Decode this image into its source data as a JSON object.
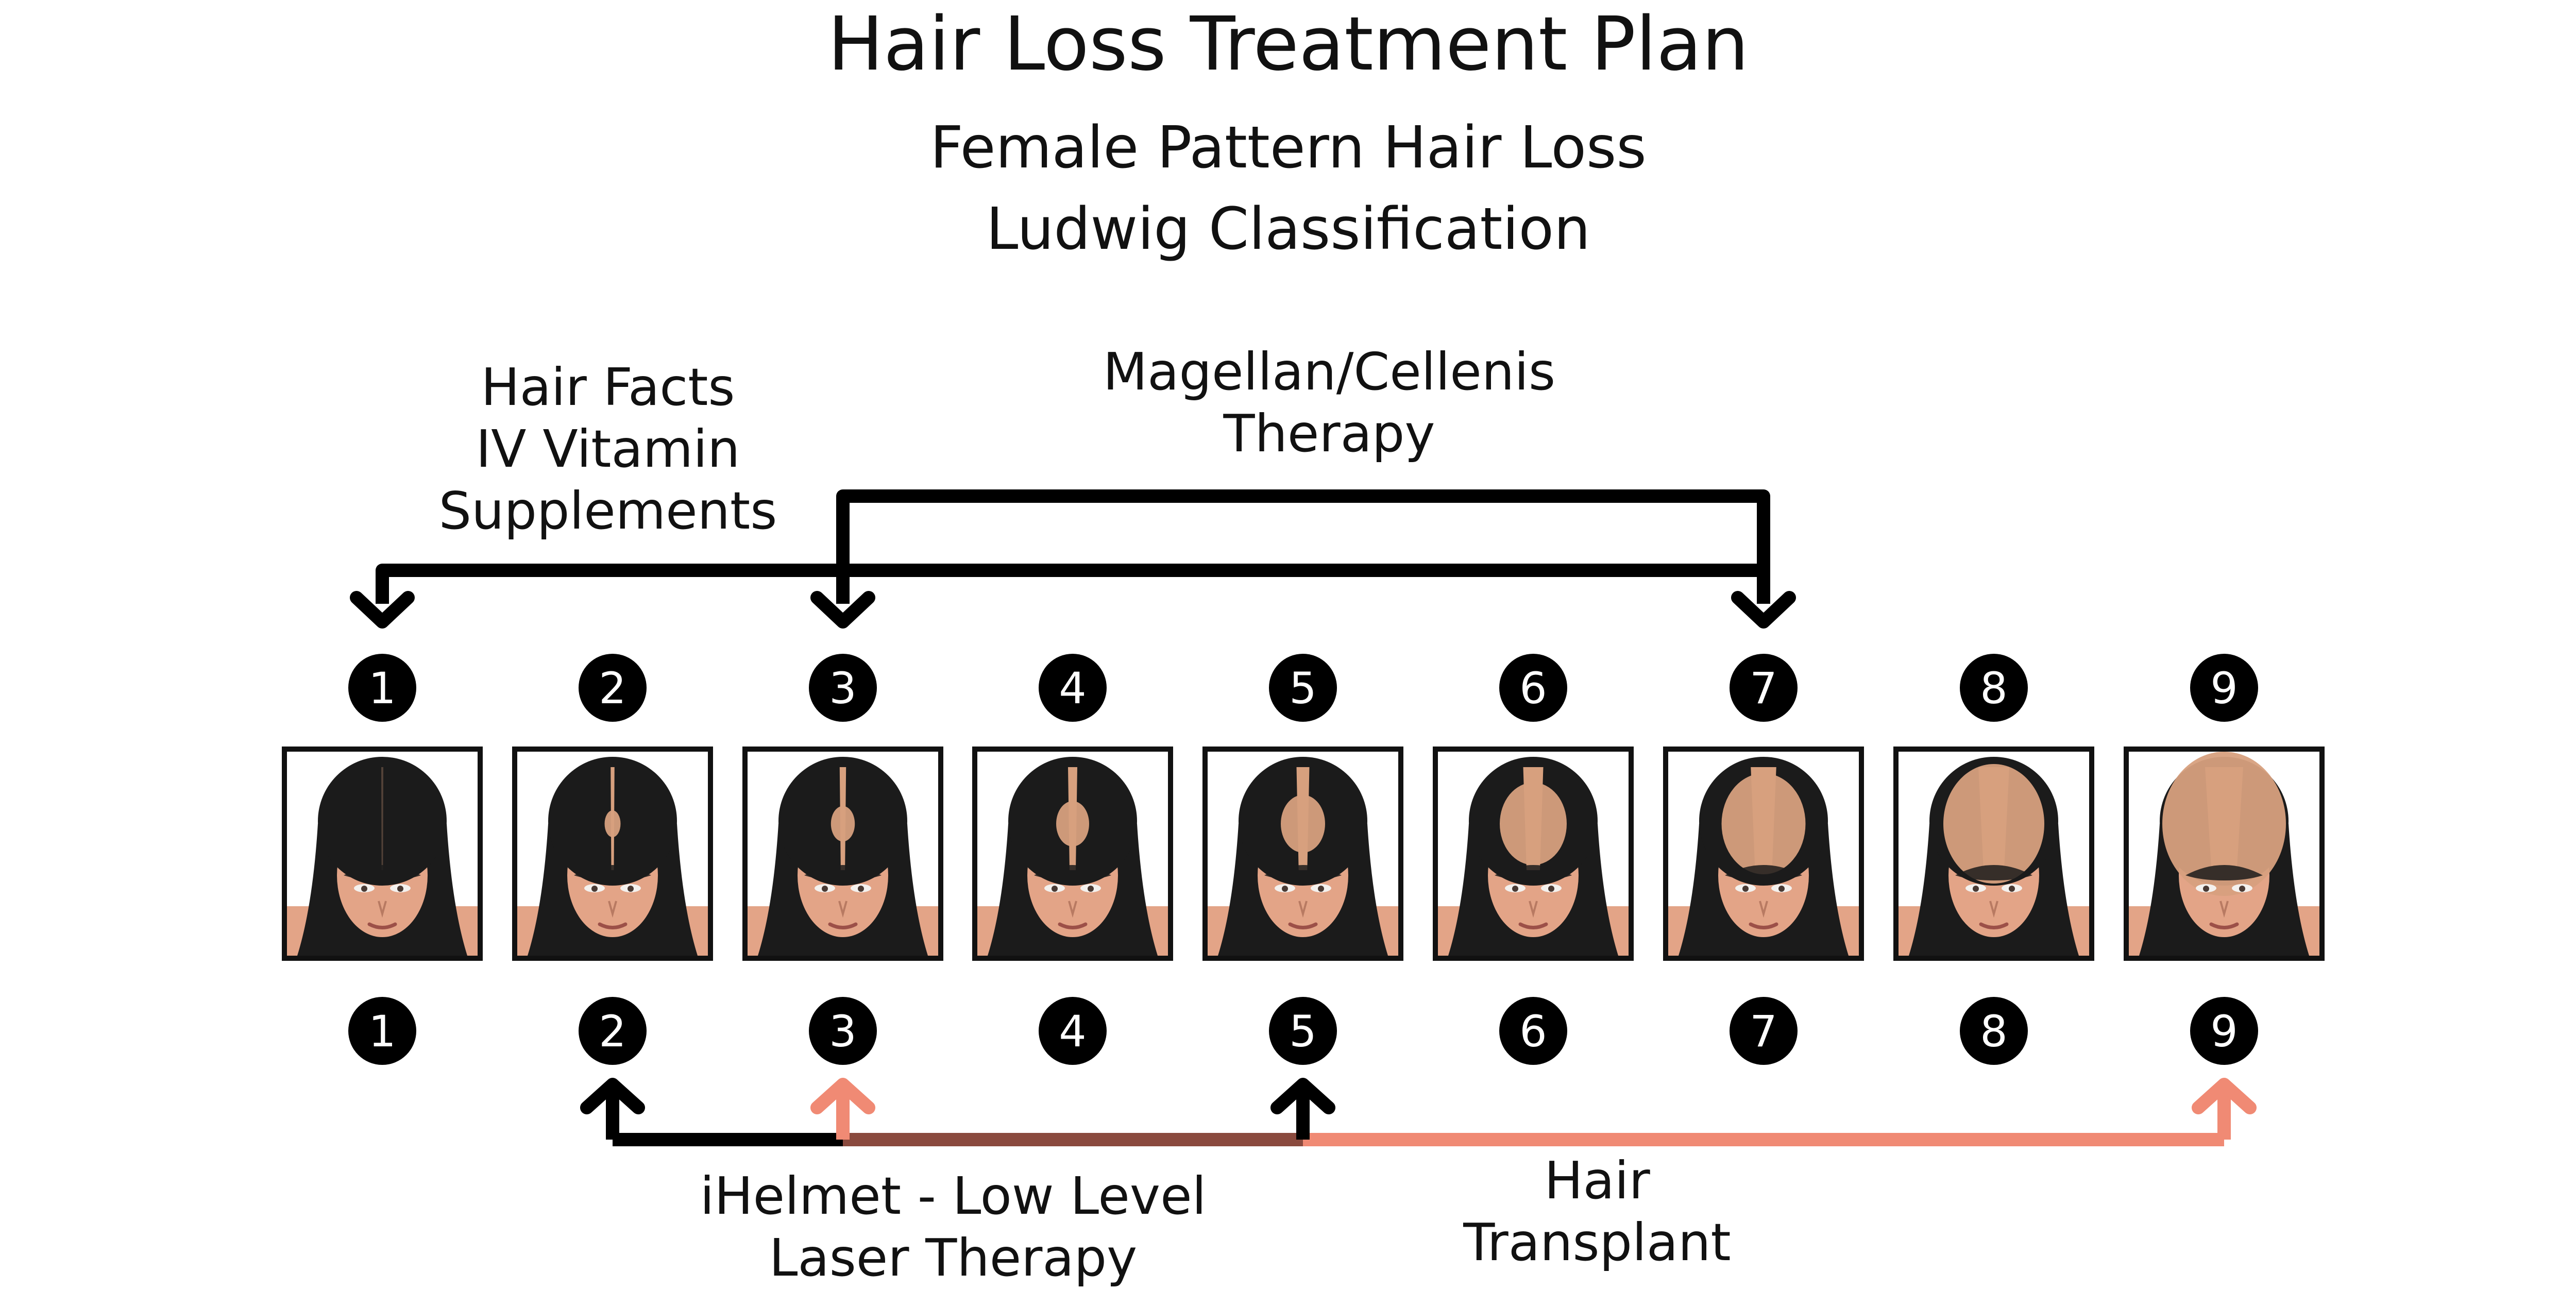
{
  "title": "Hair Loss Treatment Plan",
  "subtitle": [
    "Female Pattern Hair Loss",
    "Ludwig Classification"
  ],
  "stages": [
    "1",
    "2",
    "3",
    "4",
    "5",
    "6",
    "7",
    "8",
    "9"
  ],
  "treatments": {
    "vitamins": {
      "lines": [
        "Hair Facts",
        "IV Vitamin",
        "Supplements"
      ],
      "color": "#000000",
      "from_stage": "1",
      "to_stage": "7"
    },
    "magellan": {
      "lines": [
        "Magellan/Cellenis",
        "Therapy"
      ],
      "color": "#000000",
      "from_stage": "3",
      "to_stage": "7"
    },
    "ihelmet": {
      "lines": [
        "iHelmet - Low Level",
        "Laser Therapy"
      ],
      "color": "#000000",
      "from_stage": "2",
      "to_stage": "5"
    },
    "transplant": {
      "lines": [
        "Hair",
        "Transplant"
      ],
      "color": "#f08a74",
      "from_stage": "3",
      "to_stage": "9"
    }
  },
  "colors": {
    "badge": "#000000",
    "overlap_segment": "#8a4a3e",
    "hair": "#1b1b1b",
    "skin": "#e3a487",
    "scalp": "#d7a07e"
  },
  "hair_loss_level": [
    0.0,
    0.05,
    0.12,
    0.2,
    0.3,
    0.5,
    0.65,
    0.8,
    1.0
  ]
}
